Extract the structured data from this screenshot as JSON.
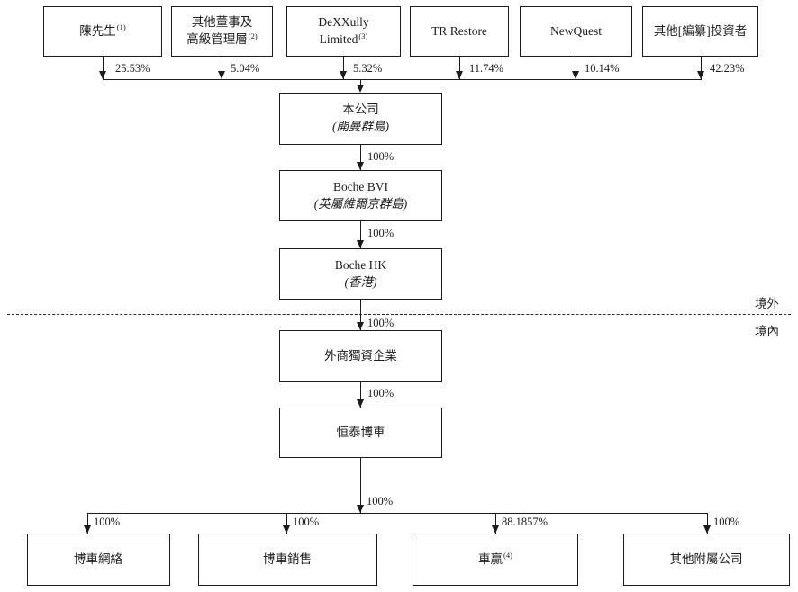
{
  "colors": {
    "line": "#1b1b1b",
    "text": "#1b1b1b",
    "background": "#ffffff"
  },
  "shareholders": [
    {
      "line1": "陳先生",
      "note": "(1)",
      "percent": "25.53%"
    },
    {
      "line1": "其他董事及",
      "line2": "高級管理層",
      "note": "(2)",
      "percent": "5.04%"
    },
    {
      "line1": "DeXXully",
      "line2": "Limited",
      "note": "(3)",
      "percent": "5.32%"
    },
    {
      "line1": "TR Restore",
      "percent": "11.74%"
    },
    {
      "line1": "NewQuest",
      "percent": "10.14%"
    },
    {
      "line1": "其他[編纂]投資者",
      "percent": "42.23%"
    }
  ],
  "chain": {
    "company": {
      "name": "本公司",
      "jurisdiction": "(開曼群島)"
    },
    "boche_bvi": {
      "name": "Boche BVI",
      "jurisdiction": "(英屬維爾京群島)",
      "percent": "100%"
    },
    "boche_hk": {
      "name": "Boche HK",
      "jurisdiction": "(香港)",
      "percent": "100%"
    },
    "wfoe": {
      "name": "外商獨資企業",
      "percent": "100%"
    },
    "hengtai": {
      "name": "恒泰博車",
      "percent": "100%"
    },
    "to_subsidiaries_percent": "100%"
  },
  "regions": {
    "offshore": "境外",
    "onshore": "境內"
  },
  "subsidiaries": [
    {
      "name": "博車網絡",
      "percent": "100%"
    },
    {
      "name": "博車銷售",
      "percent": "100%"
    },
    {
      "name": "車贏",
      "note": "(4)",
      "percent": "88.1857%"
    },
    {
      "name": "其他附屬公司",
      "percent": "100%"
    }
  ]
}
